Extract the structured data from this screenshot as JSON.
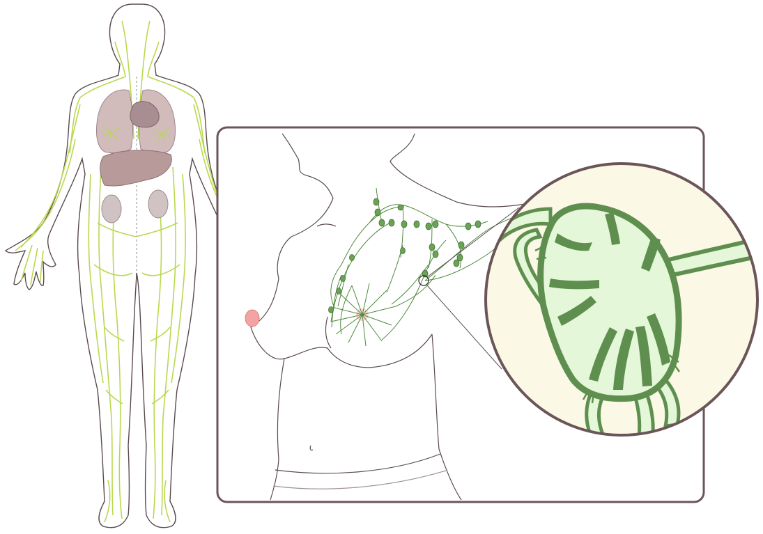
{
  "figure": {
    "panels": [
      "full-body-lymphatic-system",
      "chest-detail-panel",
      "lymph-node-magnified-view"
    ]
  },
  "colors": {
    "background": "#ffffff",
    "outline": "#5a4a4e",
    "panel_border": "#6b5558",
    "lymph_vessel_light": "#b9d84e",
    "lymph_vessel_dark": "#4e8a3c",
    "lymph_node": "#6aa354",
    "organ": "#b99a9a",
    "organ_dark": "#9c7f82",
    "nipple": "#f2a3a3",
    "magnifier_bg": "#fbf8e6",
    "node_fill": "#e4f7d9",
    "node_capsule": "#5f8f4e"
  }
}
